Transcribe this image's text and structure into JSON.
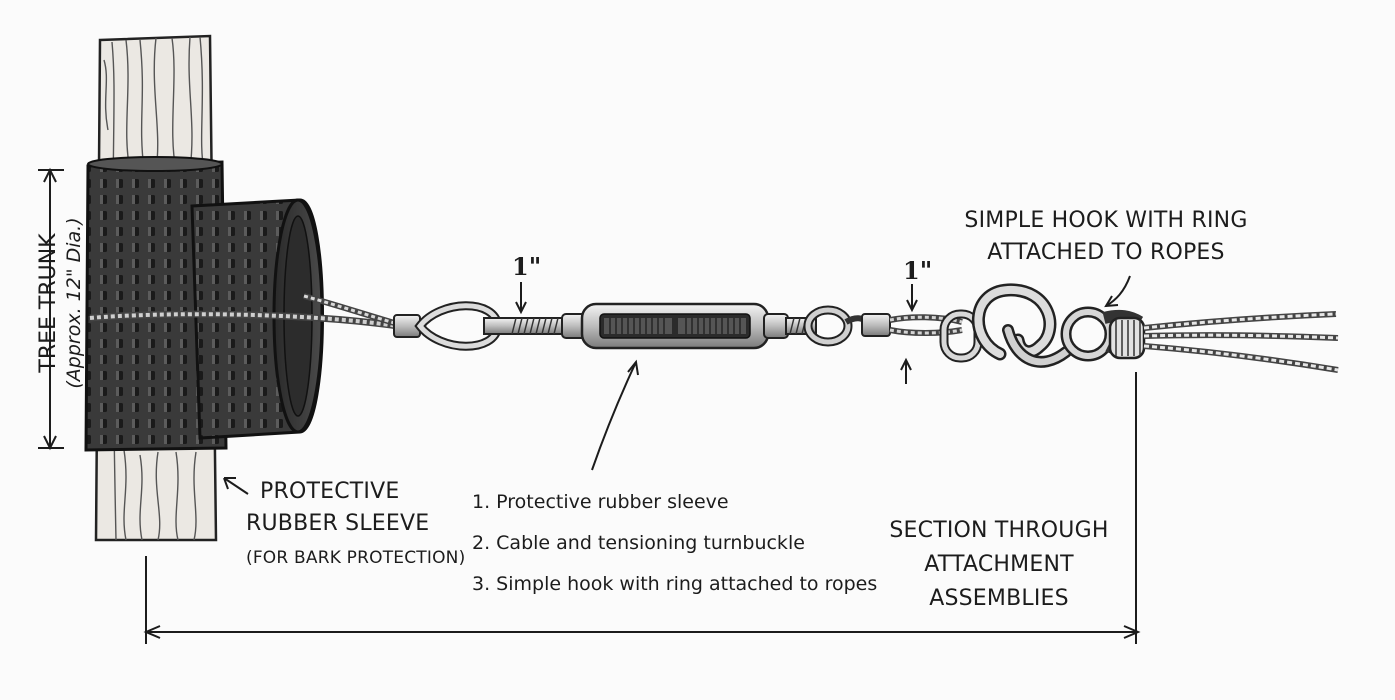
{
  "labels": {
    "tree_trunk_line1": "TREE TRUNK",
    "tree_trunk_line2": "(Approx. 12\" Dia.)",
    "sleeve_line1": "PROTECTIVE",
    "sleeve_line2": "RUBBER SLEEVE",
    "sleeve_line3": "(FOR BARK PROTECTION)",
    "hook_line1": "SIMPLE HOOK WITH RING",
    "hook_line2": "ATTACHED TO ROPES",
    "section_line1": "SECTION THROUGH",
    "section_line2": "ATTACHMENT",
    "section_line3": "ASSEMBLIES",
    "dim_left": "1\"",
    "dim_right": "1\""
  },
  "list_items": [
    "1. Protective rubber sleeve",
    "2. Cable and tensioning turnbuckle",
    "3. Simple hook with ring attached to ropes"
  ],
  "colors": {
    "ink": "#1c1c1c",
    "rubber": "#3b3b3b",
    "metal": "#c9c9c9",
    "bark": "#e8e6e2"
  }
}
